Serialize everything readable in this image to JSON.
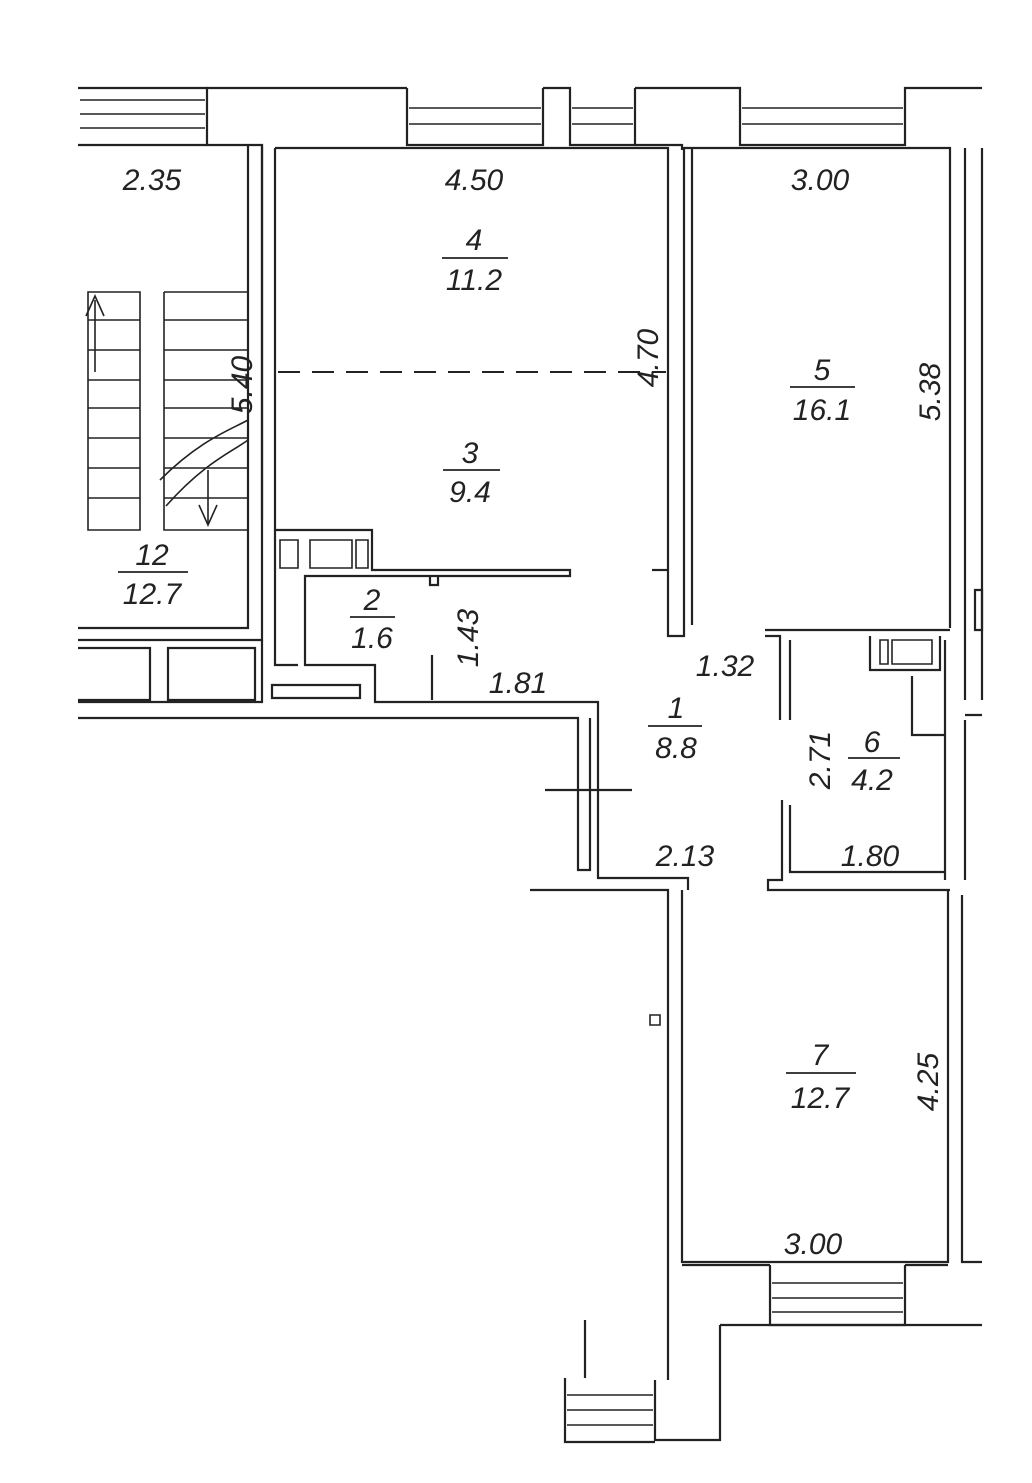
{
  "plan": {
    "rooms": [
      {
        "id": "room-1",
        "number": "1",
        "area": "8.8"
      },
      {
        "id": "room-2",
        "number": "2",
        "area": "1.6"
      },
      {
        "id": "room-3",
        "number": "3",
        "area": "9.4"
      },
      {
        "id": "room-4",
        "number": "4",
        "area": "11.2"
      },
      {
        "id": "room-5",
        "number": "5",
        "area": "16.1"
      },
      {
        "id": "room-6",
        "number": "6",
        "area": "4.2"
      },
      {
        "id": "room-7",
        "number": "7",
        "area": "12.7"
      },
      {
        "id": "room-12",
        "number": "12",
        "area": "12.7"
      }
    ],
    "dimensions": {
      "d_2_35": "2.35",
      "d_4_50": "4.50",
      "d_3_00_top": "3.00",
      "d_4_70": "4.70",
      "d_5_38": "5.38",
      "d_5_40": "5.40",
      "d_1_43": "1.43",
      "d_1_81": "1.81",
      "d_1_32": "1.32",
      "d_2_71": "2.71",
      "d_2_13": "2.13",
      "d_1_80": "1.80",
      "d_4_25": "4.25",
      "d_3_00_bottom": "3.00"
    }
  }
}
